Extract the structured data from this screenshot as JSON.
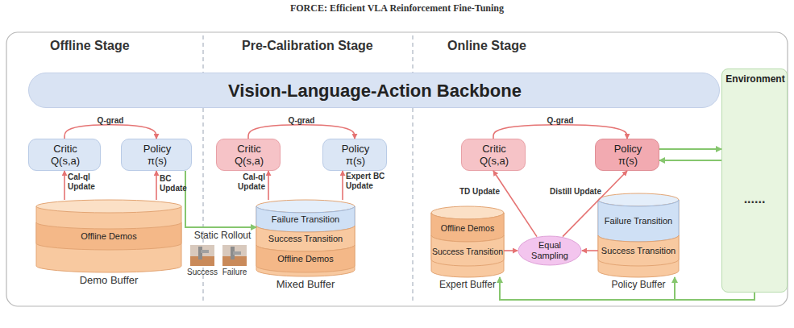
{
  "diagram": {
    "nodes": [
      {
        "text": [
          "Vision-Language-Action Backbone"
        ]
      },
      {
        "text": [
          "Critic",
          "Q(s,a)"
        ]
      },
      {
        "text": [
          "Policy",
          "π(s)"
        ]
      },
      {
        "text": [
          "Demo Buffer"
        ]
      },
      {
        "text": [
          "Offline Demos"
        ],
        "in": 3
      },
      {
        "text": [
          "Critic",
          "Q(s,a)"
        ]
      },
      {
        "text": [
          "Policy",
          "π(s)"
        ]
      },
      {
        "text": [
          "Mixed Buffer"
        ]
      },
      {
        "text": [
          "Failure Transition"
        ],
        "in": 7
      },
      {
        "text": [
          "Success Transition"
        ],
        "in": 7
      },
      {
        "text": [
          "Offline Demos"
        ],
        "in": 7
      },
      {
        "text": [
          "Critic",
          "Q(s,a)"
        ]
      },
      {
        "text": [
          "Policy",
          "π(s)"
        ]
      },
      {
        "text": [
          "Expert Buffer"
        ]
      },
      {
        "text": [
          "Offline Demos"
        ],
        "in": 13
      },
      {
        "text": [
          "Success Transition"
        ],
        "in": 13
      },
      {
        "text": [
          "Equal Sampling"
        ]
      },
      {
        "text": [
          "Policy Buffer"
        ]
      },
      {
        "text": [
          "Failure Transition"
        ],
        "in": 17
      },
      {
        "text": [
          "Success Transition"
        ],
        "in": 17
      },
      {
        "text": [
          "Environment"
        ]
      }
    ],
    "edges": [
      {
        "from": 1,
        "to": 2,
        "label": "Q-grad",
        "arrow": "to"
      },
      {
        "from": 3,
        "to": 1,
        "label": "Cal-ql Update",
        "arrow": "to"
      },
      {
        "from": 3,
        "to": 2,
        "label": "BC Update",
        "arrow": "to"
      },
      {
        "from": 2,
        "to": 7,
        "label": "Static Rollout",
        "arrow": "to"
      },
      {
        "from": 5,
        "to": 6,
        "label": "Q-grad",
        "arrow": "to"
      },
      {
        "from": 7,
        "to": 5,
        "label": "Cal-ql Update",
        "arrow": "to"
      },
      {
        "from": 7,
        "to": 6,
        "label": "Expert BC Update",
        "arrow": "to"
      },
      {
        "from": 11,
        "to": 12,
        "label": "Q-grad",
        "arrow": "to"
      },
      {
        "from": 16,
        "to": 11,
        "label": "TD Update",
        "arrow": "to"
      },
      {
        "from": 16,
        "to": 12,
        "label": "Distill Update",
        "arrow": "to"
      },
      {
        "from": 13,
        "to": 16,
        "arrow": "to"
      },
      {
        "from": 17,
        "to": 16,
        "arrow": "to"
      },
      {
        "from": 12,
        "to": 20,
        "arrow": "to"
      },
      {
        "from": 20,
        "to": 12,
        "arrow": "to"
      },
      {
        "from": 20,
        "to": 13,
        "arrow": "to"
      },
      {
        "from": 20,
        "to": 17,
        "arrow": "to"
      }
    ],
    "labels": [
      "FORCE: Efficient VLA Reinforcement Fine-Tuning",
      "Offline Stage",
      "Pre-Calibration Stage",
      "Online Stage",
      "Success",
      "Failure",
      "......"
    ]
  }
}
